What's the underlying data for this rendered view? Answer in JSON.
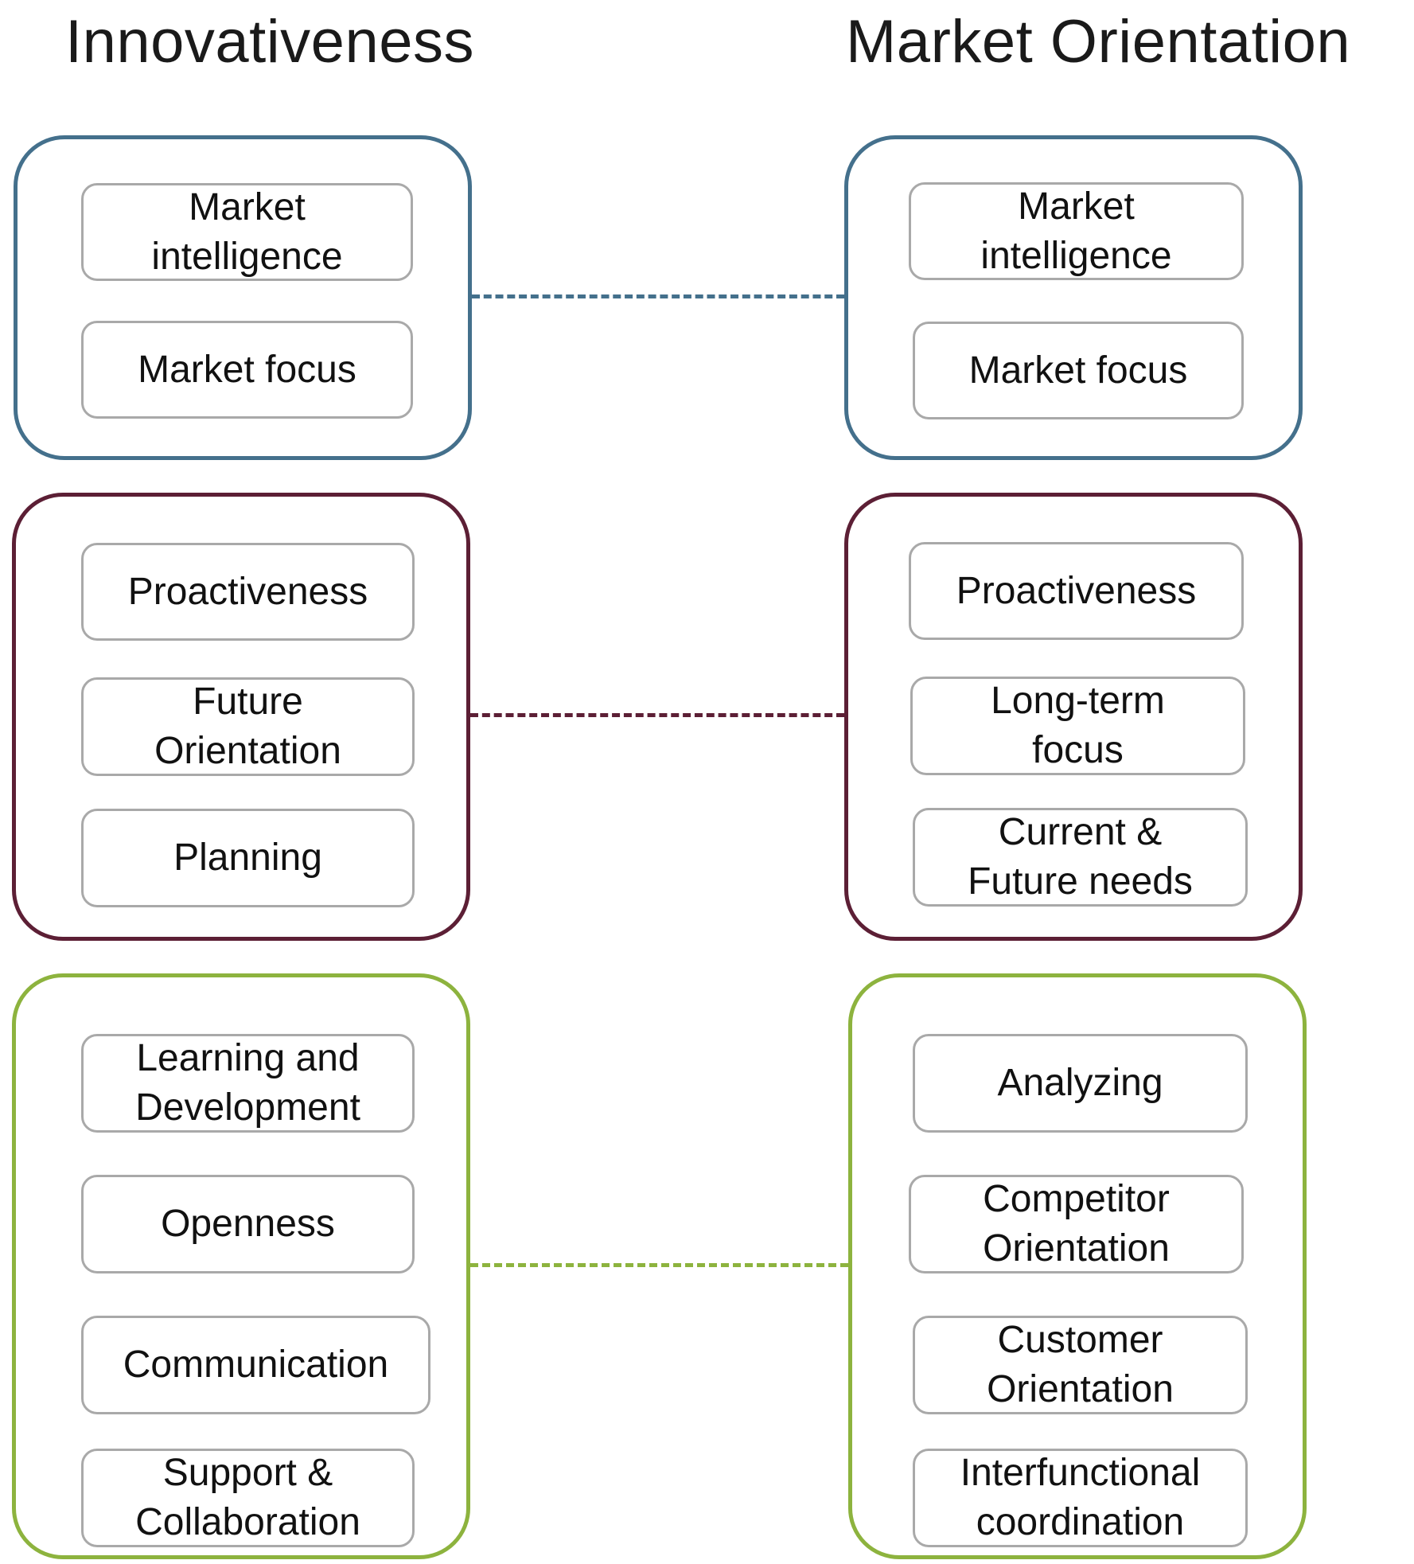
{
  "titles": {
    "left": "Innovativeness",
    "right": "Market Orientation"
  },
  "colors": {
    "group_0": "#44708c",
    "group_1": "#5c1f35",
    "group_2": "#8db33e",
    "item_border": "#a9a9a9"
  },
  "groups": [
    {
      "left_items": [
        "Market\nintelligence",
        "Market focus"
      ],
      "right_items": [
        "Market\nintelligence",
        "Market focus"
      ]
    },
    {
      "left_items": [
        "Proactiveness",
        "Future\nOrientation",
        "Planning"
      ],
      "right_items": [
        "Proactiveness",
        "Long-term\nfocus",
        "Current &\nFuture needs"
      ]
    },
    {
      "left_items": [
        "Learning and\nDevelopment",
        "Openness",
        "Communication",
        "Support &\nCollaboration"
      ],
      "right_items": [
        "Analyzing",
        "Competitor\nOrientation",
        "Customer\nOrientation",
        "Interfunctional\ncoordination"
      ]
    }
  ]
}
